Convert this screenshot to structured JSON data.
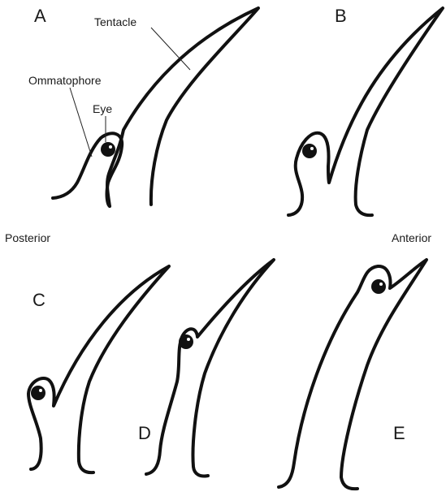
{
  "panels": {
    "a": "A",
    "b": "B",
    "c": "C",
    "d": "D",
    "e": "E"
  },
  "labels": {
    "tentacle": "Tentacle",
    "ommatophore": "Ommatophore",
    "eye": "Eye",
    "posterior": "Posterior",
    "anterior": "Anterior"
  },
  "colors": {
    "ink": "#111111",
    "background": "#ffffff"
  }
}
